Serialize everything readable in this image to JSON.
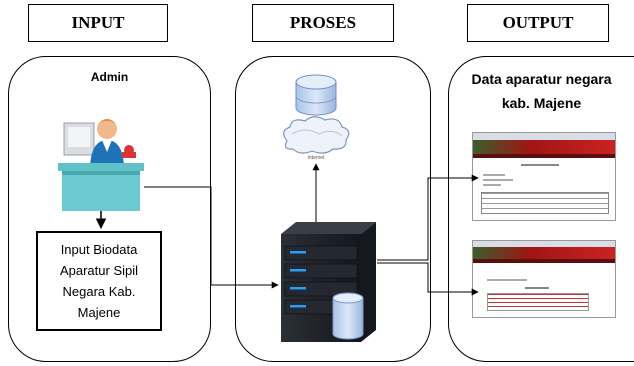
{
  "headers": {
    "input": "INPUT",
    "process": "PROSES",
    "output": "OUTPUT"
  },
  "input_panel": {
    "title": "Admin",
    "box_text": "Input Biodata Aparatur Sipil Negara Kab. Majene"
  },
  "process_panel": {
    "cloud_label": "Internet"
  },
  "output_panel": {
    "title": "Data aparatur negara kab. Majene"
  },
  "icons": {
    "admin": "admin-computer-icon",
    "database": "database-icon",
    "cloud": "cloud-icon",
    "server": "server-icon"
  }
}
